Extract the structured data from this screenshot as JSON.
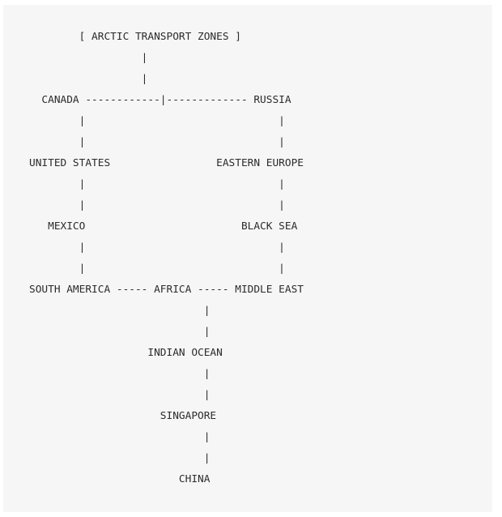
{
  "diagram": {
    "lines": [
      "        [ ARCTIC TRANSPORT ZONES ]",
      "                  |",
      "                  |",
      "  CANADA ------------|------------- RUSSIA",
      "        |                               |",
      "        |                               |",
      "UNITED STATES                 EASTERN EUROPE",
      "        |                               |",
      "        |                               |",
      "   MEXICO                         BLACK SEA",
      "        |                               |",
      "        |                               |",
      "SOUTH AMERICA ----- AFRICA ----- MIDDLE EAST",
      "                            |",
      "                            |",
      "                   INDIAN OCEAN",
      "                            |",
      "                            |",
      "                     SINGAPORE",
      "                            |",
      "                            |",
      "                        CHINA"
    ]
  }
}
